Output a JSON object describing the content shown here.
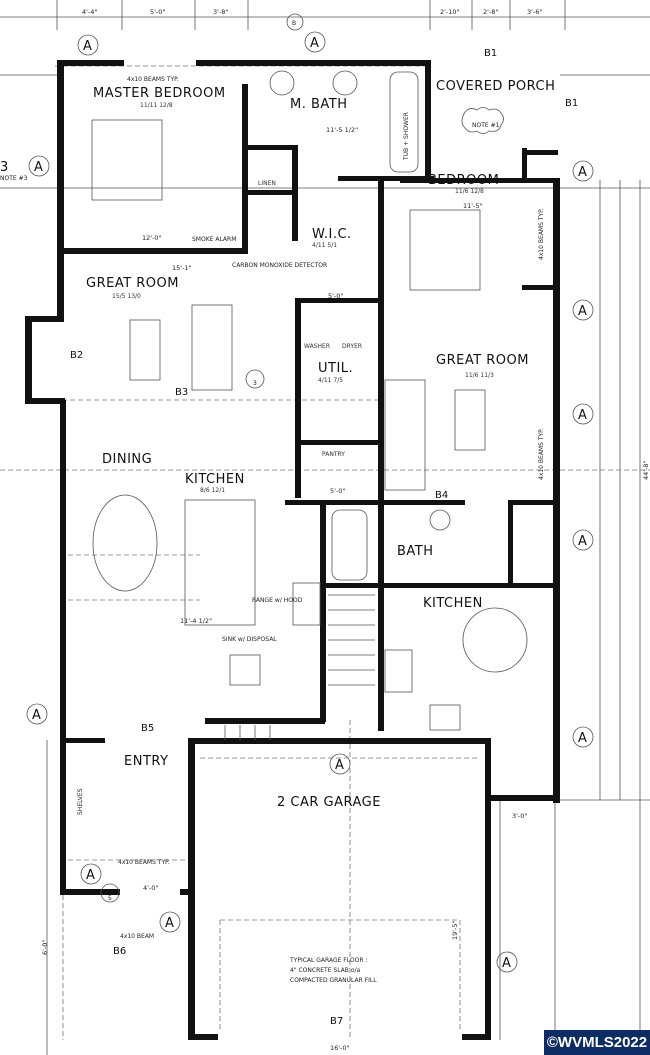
{
  "rooms": {
    "master_bedroom": {
      "name": "MASTER BEDROOM",
      "size": "11/11  12/8"
    },
    "master_bath": {
      "name": "M. BATH"
    },
    "covered_porch": {
      "name": "COVERED PORCH"
    },
    "bedroom": {
      "name": "BEDROOM",
      "size": "11/6  12/8"
    },
    "wic": {
      "name": "W.I.C.",
      "size": "4/11  5/1"
    },
    "great_room_main": {
      "name": "GREAT ROOM",
      "size": "15/5  13/0"
    },
    "great_room_adu": {
      "name": "GREAT ROOM",
      "size": "11/6  11/3"
    },
    "util": {
      "name": "UTIL.",
      "size": "4/11  7/5"
    },
    "dining": {
      "name": "DINING"
    },
    "kitchen_main": {
      "name": "KITCHEN",
      "size": "8/6  12/1"
    },
    "pantry": {
      "name": "PANTRY"
    },
    "bath": {
      "name": "BATH"
    },
    "kitchen_adu": {
      "name": "KITCHEN"
    },
    "entry": {
      "name": "ENTRY"
    },
    "garage": {
      "name": "2 CAR GARAGE"
    },
    "linen": {
      "name": "LINEN"
    },
    "washer": {
      "name": "WASHER"
    },
    "dryer": {
      "name": "DRYER"
    }
  },
  "notes": {
    "beams_master": "4x10 BEAMS TYP.",
    "beams_entry": "4x10 BEAMS TYP.",
    "beam_porch": "4x10 BEAM",
    "beams_bedroom": "4x10 BEAMS TYP.",
    "beams_great": "4x10 BEAMS TYP.",
    "note1": "NOTE #1",
    "garage_floor": [
      "TYPICAL GARAGE FLOOR :",
      "4\" CONCRETE SLAB o/a",
      "COMPACTED GRANULAR FILL"
    ],
    "smoke_alarm": "SMOKE ALARM",
    "co_detector": "CARBON MONOXIDE DETECTOR",
    "range": "RANGE w/ HOOD",
    "sink": "SINK w/ DISPOSAL",
    "shelves": "SHELVES",
    "tub_shower": "TUB + SHOWER",
    "note3": "NOTE #3"
  },
  "beams": [
    "B1",
    "B1",
    "B2",
    "B3",
    "B4",
    "B5",
    "B6",
    "B7"
  ],
  "dimensions": {
    "top": [
      "4'-4\"",
      "5'-0\"",
      "3'-8\"",
      "2'-10\"",
      "2'-8\"",
      "3'-6\""
    ],
    "master_width": "12'-0\"",
    "great_width": "15'-1\"",
    "bath_width": "11'-5 1/2\"",
    "bedroom_width": "11'-5\"",
    "garage_depth": "19'-5\"",
    "garage_width": "16'-0\"",
    "wic": "5'-0\"",
    "pantry": "5'-0\"",
    "kitchen": "11'-4 1/2\"",
    "right_total": "44'-8\"",
    "porch_depth": "6'-0\"",
    "entry_door": "4'-0\"",
    "bath_door": "3'-0\""
  },
  "tags": {
    "section": "A",
    "detail_3": "3",
    "detail_5": "5",
    "elev_b": "B"
  },
  "watermark": "©WVMLS2022",
  "colors": {
    "walls": "#111111",
    "watermark_bg": "#0d2c63"
  }
}
